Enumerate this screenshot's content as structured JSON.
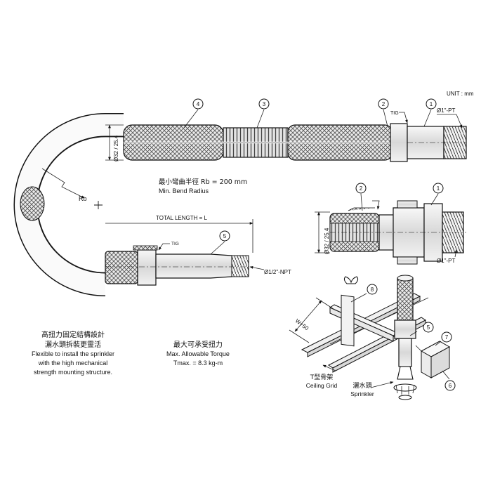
{
  "unit_label": "UNIT : mm",
  "callouts": {
    "c1": "1",
    "c2": "2",
    "c3": "3",
    "c4": "4",
    "c5": "5",
    "c6": "6",
    "c7": "7",
    "c8": "8"
  },
  "top_view": {
    "dia_label": "Ø32 / 25.4",
    "tig": "TIG",
    "thread": "Ø1\"-PT"
  },
  "bend": {
    "rb": "Rb",
    "zh": "最小彎曲半徑 Rb = 200 mm",
    "en": "Min. Bend Radius"
  },
  "total_length": "TOTAL LENGTH = L",
  "lower_hose": {
    "tig": "TIG",
    "thread": "Ø1/2\"-NPT"
  },
  "right_view": {
    "dia_label": "Ø32 / 25.4",
    "thread": "Ø1\"-PT"
  },
  "desc_left": {
    "zh1": "高扭力固定結構設計",
    "zh2": "灑水頭拆裝更靈活",
    "en1": "Flexible to install the sprinkler",
    "en2": "with the high mechanical",
    "en3": "strength mounting structure."
  },
  "desc_mid": {
    "zh": "最大可承受扭力",
    "en1": "Max. Allowable Torque",
    "en2": "Tmax. = 8.3 kg-m"
  },
  "install": {
    "w": "W+50",
    "grid_zh": "T型骨架",
    "grid_en": "Ceiling Grid",
    "spr_zh": "灑水頭",
    "spr_en": "Sprinkler"
  }
}
